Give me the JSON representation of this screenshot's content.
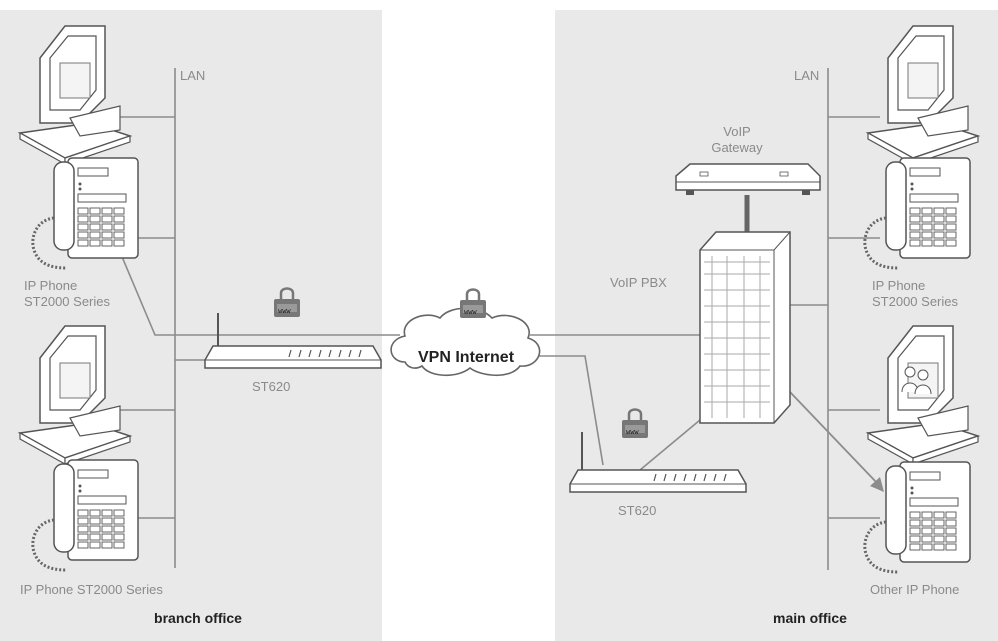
{
  "zones": {
    "branch": {
      "caption": "branch office"
    },
    "main": {
      "caption": "main office"
    }
  },
  "labels": {
    "lan_left": "LAN",
    "lan_right": "LAN",
    "ip_phone_left_1": "IP Phone",
    "ip_phone_left_2": "ST2000 Series",
    "ip_phone_left_bottom": "IP Phone ST2000 Series",
    "router_left": "ST620",
    "router_right": "ST620",
    "cloud": "VPN Internet",
    "gateway_1": "VoIP",
    "gateway_2": "Gateway",
    "pbx": "VoIP PBX",
    "ip_phone_right_1": "IP Phone",
    "ip_phone_right_2": "ST2000 Series",
    "other_phone": "Other IP Phone",
    "www": "www"
  },
  "colors": {
    "zone_bg": "#e9e9e9",
    "line": "#8c8c8c",
    "device_fill": "#ffffff",
    "device_stroke": "#555555",
    "lock": "#777777"
  }
}
